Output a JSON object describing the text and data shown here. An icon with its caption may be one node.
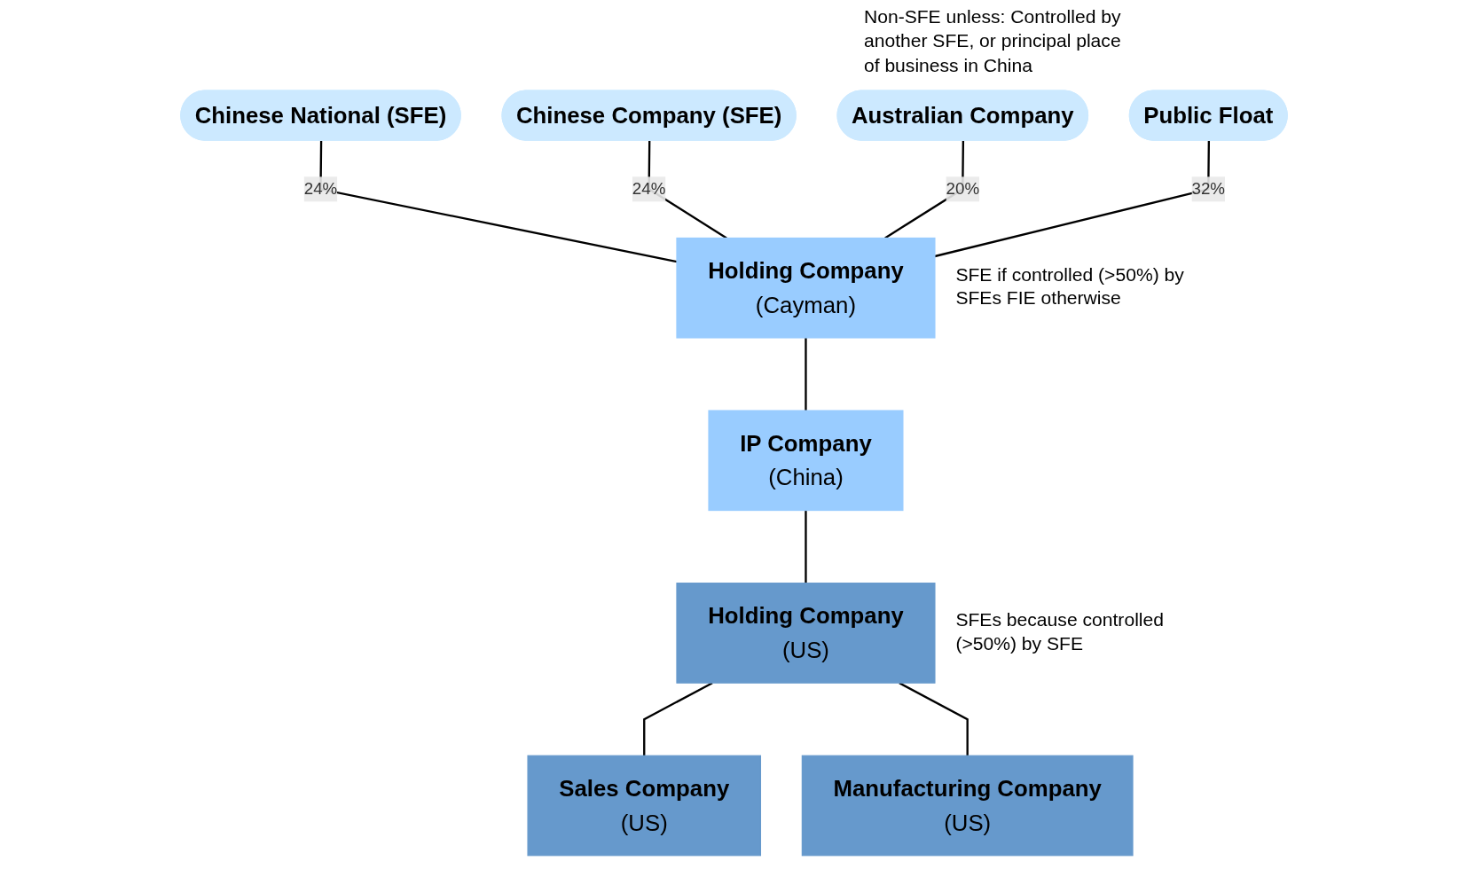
{
  "diagram": {
    "nodes": [
      {
        "text": [
          "Chinese National (SFE)"
        ]
      },
      {
        "text": [
          "Chinese Company (SFE)"
        ]
      },
      {
        "text": [
          "Australian Company"
        ],
        "beside": [
          "Non-SFE unless: Controlled by another SFE, or principal place of business in China"
        ]
      },
      {
        "text": [
          "Public Float"
        ]
      },
      {
        "text": [
          "Holding Company",
          "(Cayman)"
        ],
        "beside": [
          "SFE if controlled (>50%) by SFEs FIE otherwise"
        ]
      },
      {
        "text": [
          "IP Company",
          "(China)"
        ]
      },
      {
        "text": [
          "Holding Company",
          "(US)"
        ],
        "beside": [
          "SFEs because controlled (>50%) by SFE"
        ]
      },
      {
        "text": [
          "Sales Company",
          "(US)"
        ]
      },
      {
        "text": [
          "Manufacturing Company",
          "(US)"
        ]
      }
    ],
    "edges": [
      {
        "from": 0,
        "to": 4,
        "arrow": "none",
        "label": "24%"
      },
      {
        "from": 1,
        "to": 4,
        "arrow": "none",
        "label": "24%"
      },
      {
        "from": 2,
        "to": 4,
        "arrow": "none",
        "label": "20%"
      },
      {
        "from": 3,
        "to": 4,
        "arrow": "none",
        "label": "32%"
      },
      {
        "from": 4,
        "to": 5,
        "arrow": "none"
      },
      {
        "from": 5,
        "to": 6,
        "arrow": "none"
      },
      {
        "from": 6,
        "to": 7,
        "arrow": "none"
      },
      {
        "from": 6,
        "to": 8,
        "arrow": "none"
      }
    ]
  }
}
